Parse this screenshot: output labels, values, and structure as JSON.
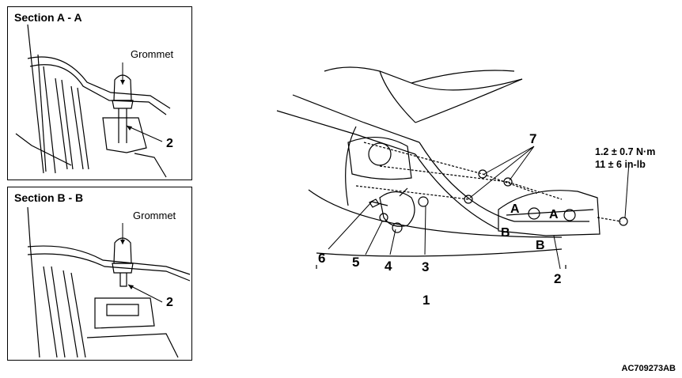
{
  "section_a": {
    "title": "Section A - A",
    "grommet": "Grommet",
    "callout": "2"
  },
  "section_b": {
    "title": "Section B - B",
    "grommet": "Grommet",
    "callout": "2"
  },
  "main": {
    "callouts": [
      "1",
      "2",
      "3",
      "4",
      "5",
      "6",
      "7"
    ],
    "section_marks": [
      "A",
      "A",
      "B",
      "B"
    ],
    "torque_nm": "1.2 ± 0.7 N·m",
    "torque_inlb": "11 ± 6 in-lb"
  },
  "figure_id": "AC709273AB"
}
